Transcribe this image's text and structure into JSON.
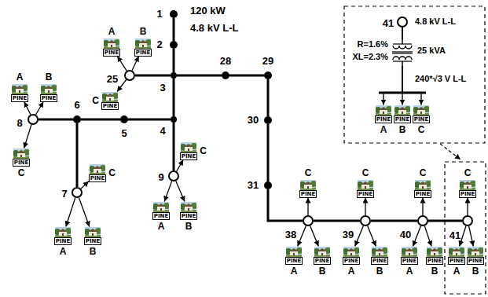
{
  "diagram": {
    "nodes": [
      {
        "text": [
          "1"
        ]
      },
      {
        "text": [
          "2"
        ]
      },
      {
        "text": [
          "25"
        ]
      },
      {
        "text": [
          "3"
        ]
      },
      {
        "text": [
          "28"
        ]
      },
      {
        "text": [
          "29"
        ]
      },
      {
        "text": [
          "4"
        ]
      },
      {
        "text": [
          "5"
        ]
      },
      {
        "text": [
          "6"
        ]
      },
      {
        "text": [
          "8"
        ]
      },
      {
        "text": [
          "9"
        ]
      },
      {
        "text": [
          "30"
        ]
      },
      {
        "text": [
          "7"
        ]
      },
      {
        "text": [
          "31"
        ]
      },
      {
        "text": [
          "38"
        ]
      },
      {
        "text": [
          "39"
        ]
      },
      {
        "text": [
          "40"
        ]
      },
      {
        "text": [
          "41"
        ]
      },
      {
        "text": [
          "41"
        ]
      },
      {
        "text": [
          "PINE",
          "A"
        ]
      },
      {
        "text": [
          "PINE",
          "B"
        ]
      },
      {
        "text": [
          "PINE",
          "C"
        ]
      },
      {
        "text": [
          "PINE",
          "A"
        ]
      },
      {
        "text": [
          "PINE",
          "B"
        ]
      },
      {
        "text": [
          "PINE",
          "C"
        ]
      },
      {
        "text": [
          "PINE",
          "C"
        ]
      },
      {
        "text": [
          "PINE",
          "A"
        ]
      },
      {
        "text": [
          "PINE",
          "B"
        ]
      },
      {
        "text": [
          "PINE",
          "C"
        ]
      },
      {
        "text": [
          "PINE",
          "A"
        ]
      },
      {
        "text": [
          "PINE",
          "B"
        ]
      },
      {
        "text": [
          "PINE",
          "C"
        ]
      },
      {
        "text": [
          "PINE",
          "A"
        ]
      },
      {
        "text": [
          "PINE",
          "B"
        ]
      },
      {
        "text": [
          "PINE",
          "C"
        ]
      },
      {
        "text": [
          "PINE",
          "A"
        ]
      },
      {
        "text": [
          "PINE",
          "B"
        ]
      },
      {
        "text": [
          "PINE",
          "C"
        ]
      },
      {
        "text": [
          "PINE",
          "A"
        ]
      },
      {
        "text": [
          "PINE",
          "B"
        ]
      },
      {
        "text": [
          "PINE",
          "C"
        ]
      },
      {
        "text": [
          "PINE",
          "A"
        ]
      },
      {
        "text": [
          "PINE",
          "B"
        ]
      },
      {
        "text": [
          "PINE",
          "A"
        ]
      },
      {
        "text": [
          "PINE",
          "B"
        ]
      },
      {
        "text": [
          "PINE",
          "C"
        ]
      }
    ],
    "edges": [
      {
        "from": 0,
        "to": 1,
        "arrow": "none"
      },
      {
        "from": 1,
        "to": 3,
        "arrow": "none"
      },
      {
        "from": 3,
        "to": 2,
        "arrow": "none"
      },
      {
        "from": 3,
        "to": 4,
        "arrow": "none"
      },
      {
        "from": 4,
        "to": 5,
        "arrow": "none"
      },
      {
        "from": 5,
        "to": 11,
        "arrow": "none"
      },
      {
        "from": 11,
        "to": 13,
        "arrow": "none"
      },
      {
        "from": 13,
        "to": 14,
        "arrow": "none"
      },
      {
        "from": 14,
        "to": 15,
        "arrow": "none"
      },
      {
        "from": 15,
        "to": 16,
        "arrow": "none"
      },
      {
        "from": 16,
        "to": 17,
        "arrow": "none"
      },
      {
        "from": 3,
        "to": 6,
        "arrow": "none"
      },
      {
        "from": 6,
        "to": 7,
        "arrow": "none"
      },
      {
        "from": 7,
        "to": 8,
        "arrow": "none"
      },
      {
        "from": 8,
        "to": 9,
        "arrow": "none"
      },
      {
        "from": 8,
        "to": 12,
        "arrow": "none"
      },
      {
        "from": 6,
        "to": 10,
        "arrow": "none"
      },
      {
        "from": 2,
        "to": 19,
        "arrow": "to"
      },
      {
        "from": 2,
        "to": 20,
        "arrow": "to"
      },
      {
        "from": 2,
        "to": 21,
        "arrow": "to"
      },
      {
        "from": 9,
        "to": 22,
        "arrow": "to"
      },
      {
        "from": 9,
        "to": 23,
        "arrow": "to"
      },
      {
        "from": 9,
        "to": 24,
        "arrow": "to"
      },
      {
        "from": 12,
        "to": 25,
        "arrow": "to"
      },
      {
        "from": 12,
        "to": 26,
        "arrow": "to"
      },
      {
        "from": 12,
        "to": 27,
        "arrow": "to"
      },
      {
        "from": 10,
        "to": 28,
        "arrow": "to"
      },
      {
        "from": 10,
        "to": 29,
        "arrow": "to"
      },
      {
        "from": 10,
        "to": 30,
        "arrow": "to"
      },
      {
        "from": 14,
        "to": 31,
        "arrow": "to"
      },
      {
        "from": 14,
        "to": 32,
        "arrow": "to"
      },
      {
        "from": 14,
        "to": 33,
        "arrow": "to"
      },
      {
        "from": 15,
        "to": 34,
        "arrow": "to"
      },
      {
        "from": 15,
        "to": 35,
        "arrow": "to"
      },
      {
        "from": 15,
        "to": 36,
        "arrow": "to"
      },
      {
        "from": 16,
        "to": 37,
        "arrow": "to"
      },
      {
        "from": 16,
        "to": 38,
        "arrow": "to"
      },
      {
        "from": 16,
        "to": 39,
        "arrow": "to"
      },
      {
        "from": 17,
        "to": 40,
        "arrow": "to"
      },
      {
        "from": 17,
        "to": 41,
        "arrow": "to"
      },
      {
        "from": 17,
        "to": 42,
        "arrow": "to"
      },
      {
        "from": 18,
        "to": 43,
        "arrow": "to"
      },
      {
        "from": 18,
        "to": 44,
        "arrow": "to"
      },
      {
        "from": 18,
        "to": 45,
        "arrow": "to"
      }
    ],
    "labels": [
      "120 kW",
      "4.8 kV L-L",
      "4.8 kV L-L",
      "R=1.6%",
      "XL=2.3%",
      "25 kVA",
      "240*√3 V L-L"
    ]
  }
}
